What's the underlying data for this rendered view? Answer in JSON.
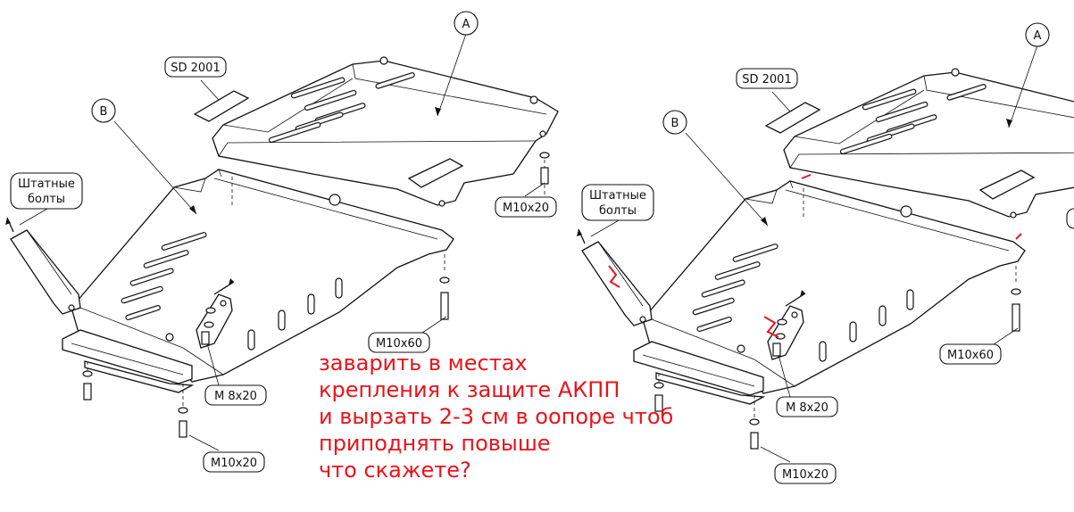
{
  "labels": {
    "part_a": "A",
    "part_b": "B",
    "stock_bolts_line1": "Штатные",
    "stock_bolts_line2": "болты",
    "sd_code": "SD 2001",
    "bolt_m10x20": "M10x20",
    "bolt_m10x60": "M10x60",
    "bolt_m8x20": "M 8x20"
  },
  "note": {
    "lines": [
      "заварить в местах",
      "крепления к защите АКПП",
      "и вырзать 2-3 см в оопоре чтоб",
      "приподнять повыше",
      "что скажете?"
    ]
  },
  "colors": {
    "note_text": "#e8141b",
    "line": "#111111",
    "weld_mark": "#e8141b"
  }
}
